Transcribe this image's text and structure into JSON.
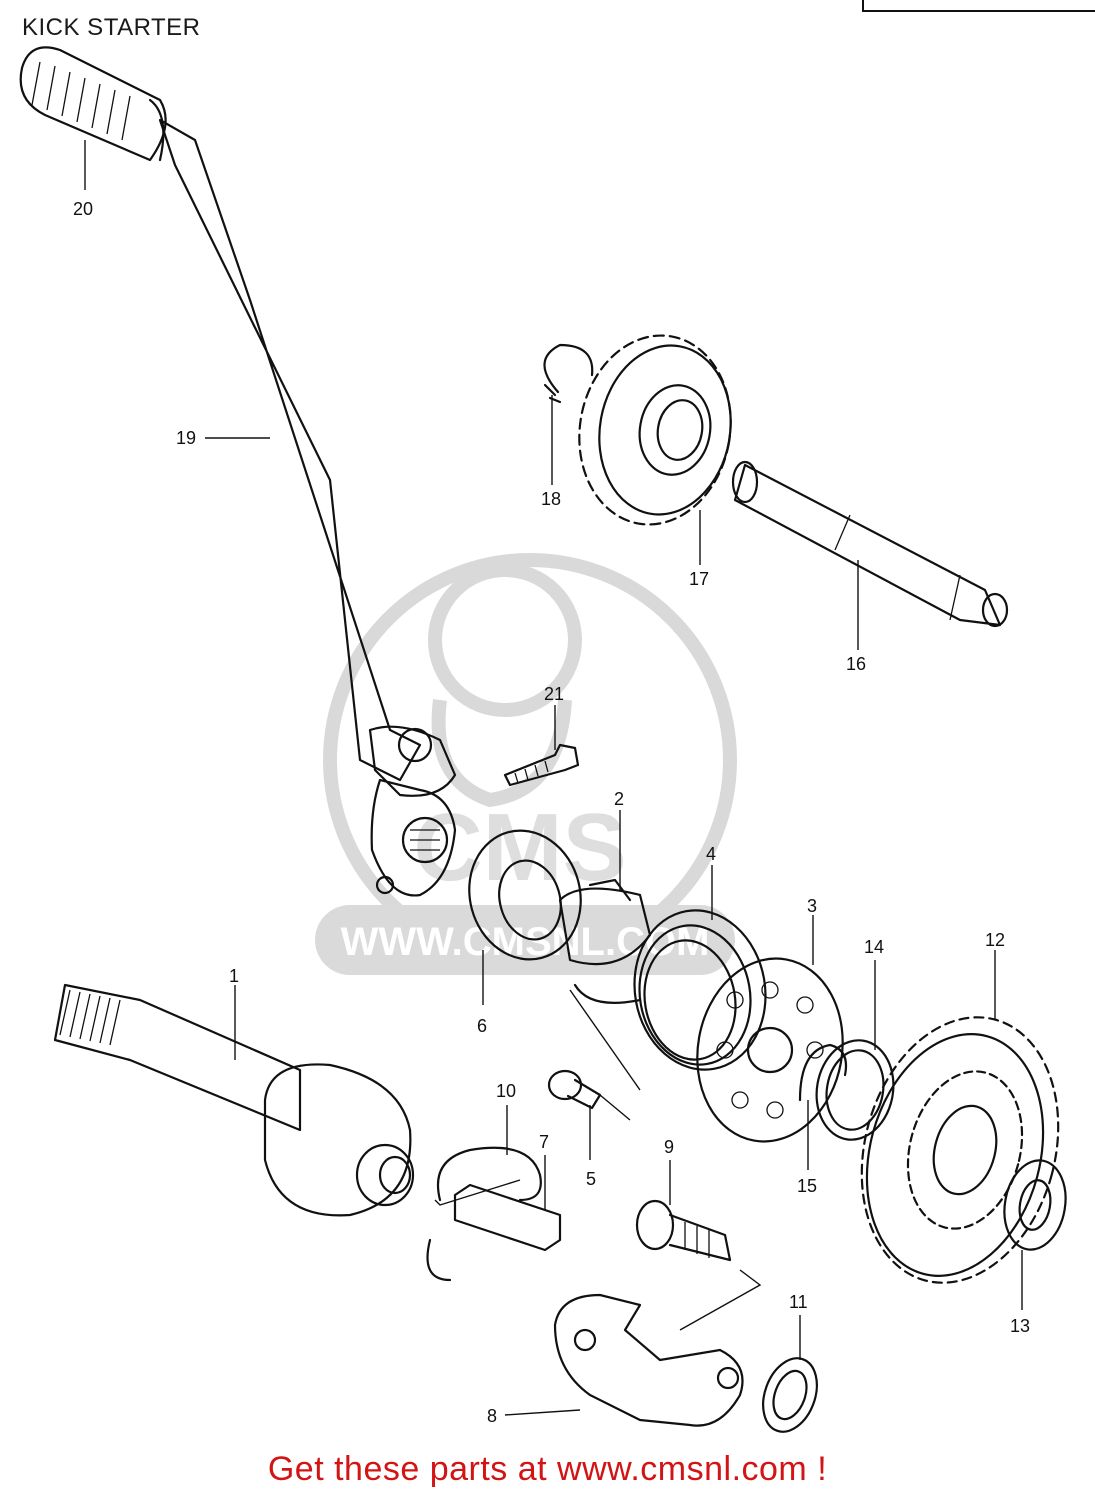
{
  "page": {
    "title": "KICK STARTER",
    "footer": "Get these parts at www.cmsnl.com !"
  },
  "watermark": {
    "logo_text": "CMS",
    "url_text": "WWW.CMSNL.COM"
  },
  "callouts": {
    "c1": "1",
    "c2": "2",
    "c3": "3",
    "c4": "4",
    "c5": "5",
    "c6": "6",
    "c7": "7",
    "c8": "8",
    "c9": "9",
    "c10": "10",
    "c11": "11",
    "c12": "12",
    "c13": "13",
    "c14": "14",
    "c15": "15",
    "c16": "16",
    "c17": "17",
    "c18": "18",
    "c19": "19",
    "c20": "20",
    "c21": "21"
  },
  "colors": {
    "footer": "#d21414",
    "ink": "#111111",
    "watermark": "#d9d9d9"
  }
}
